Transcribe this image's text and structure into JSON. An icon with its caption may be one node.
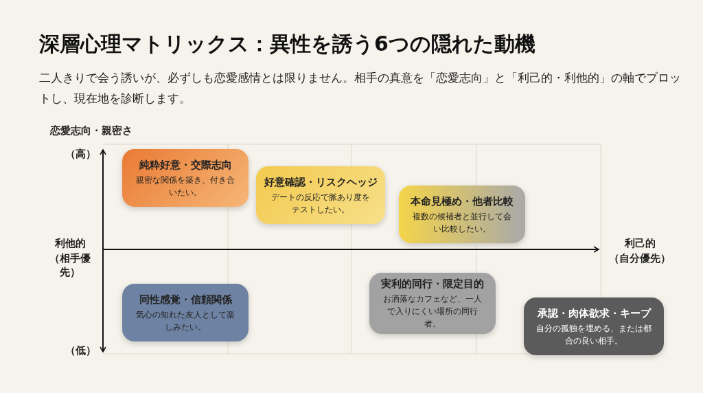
{
  "diagram": {
    "title": "深層心理マトリックス：異性を誘う6つの隠れた動機",
    "nodes": [
      {
        "text": [
          "純粋好意・交際志向",
          "親密な関係を築き、付き合いたい。"
        ]
      },
      {
        "text": [
          "好意確認・リスクヘッジ",
          "デートの反応で脈あり度をテストしたい。"
        ]
      },
      {
        "text": [
          "本命見極め・他者比較",
          "複数の候補者と並行して会い比較したい。"
        ]
      },
      {
        "text": [
          "同性感覚・信頼関係",
          "気心の知れた友人として楽しみたい。"
        ]
      },
      {
        "text": [
          "実利的同行・限定目的",
          "お洒落なカフェなど、一人で入りにくい場所の同行者。"
        ]
      },
      {
        "text": [
          "承認・肉体欲求・キープ",
          "自分の孤独を埋める、または都合の良い相手。"
        ]
      }
    ],
    "labels": [
      "二人きりで会う誘いが、必ずしも恋愛感情とは限りません。相手の真意を「恋愛志向」と「利己的・利他的」の軸でプロットし、現在地を診断します。",
      "恋愛志向・親密さ",
      "（高）",
      "利他的",
      "（相手優先）",
      "利己的",
      "（自分優先）",
      "（低）"
    ]
  }
}
